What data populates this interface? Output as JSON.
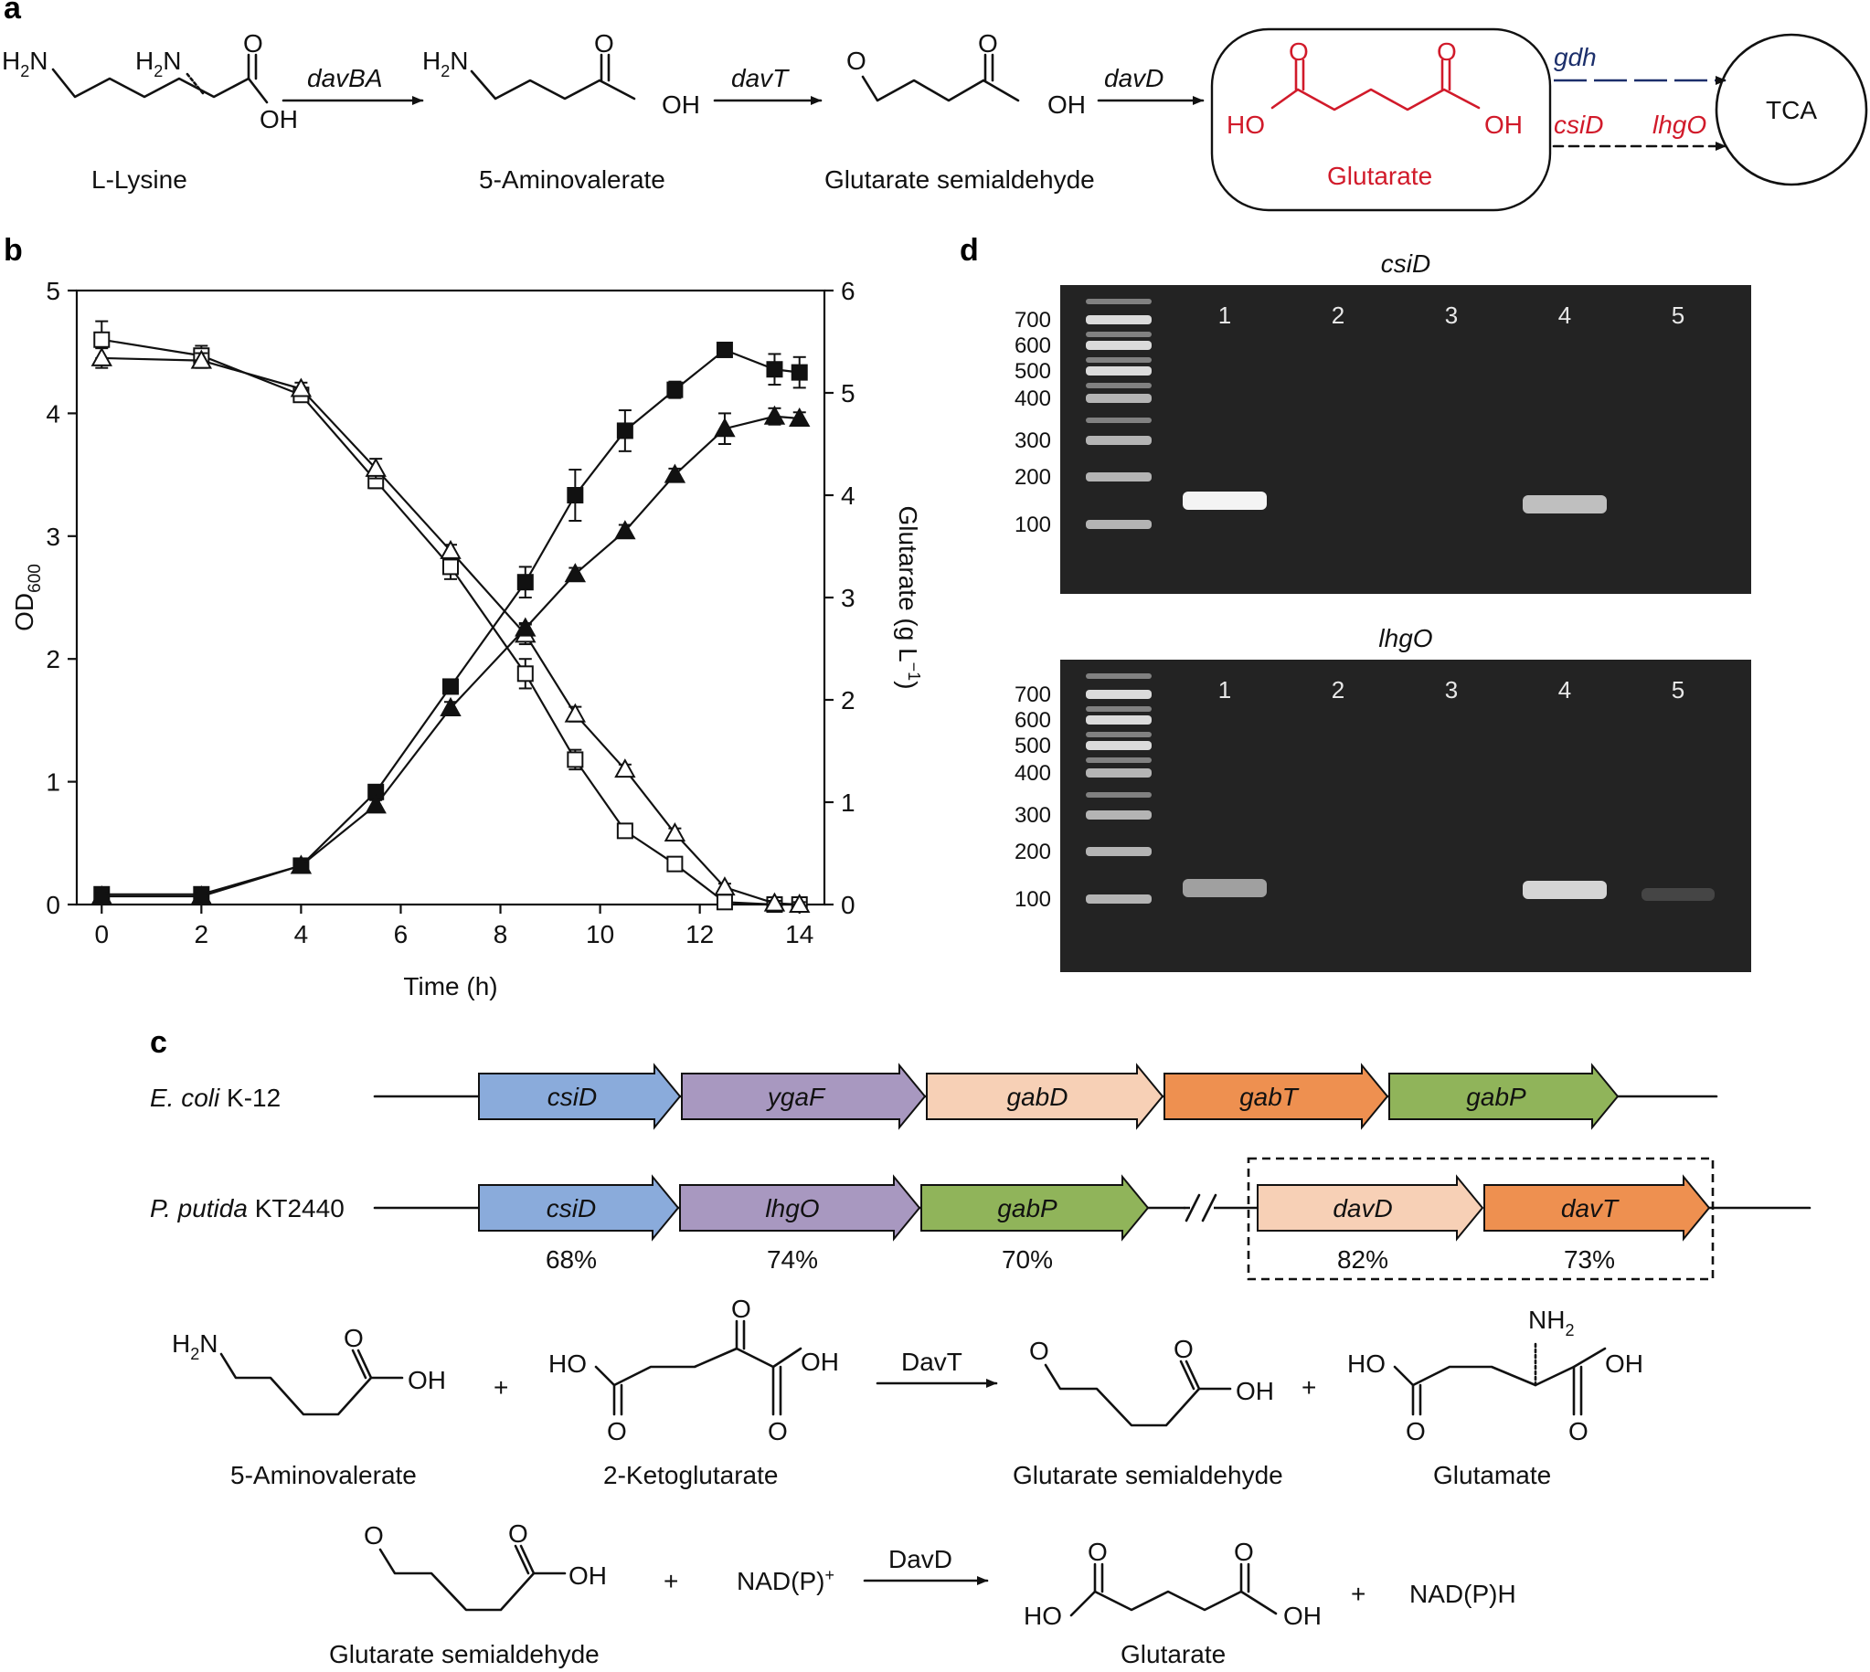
{
  "panels": {
    "a": "a",
    "b": "b",
    "c": "c",
    "d": "d"
  },
  "colors": {
    "accent_red": "#d11a2a",
    "gdh_blue": "#1c2f6b",
    "csiD": "#8aabdb",
    "ygaF": "#a898c0",
    "gabD": "#f7d0b6",
    "gabT": "#ee9050",
    "gabP": "#90b45a",
    "gel_bg": "#232323"
  },
  "panel_a": {
    "compounds": [
      "L-Lysine",
      "5-Aminovalerate",
      "Glutarate semialdehyde",
      "Glutarate",
      "TCA"
    ],
    "enzymes": [
      "davBA",
      "davT",
      "davD"
    ],
    "routes": [
      {
        "label": "gdh"
      },
      {
        "label1": "csiD",
        "label2": "lhgO"
      }
    ],
    "atoms": {
      "h2n": "H",
      "two": "2",
      "n": "N",
      "o": "O",
      "oh": "OH",
      "ho": "HO"
    }
  },
  "chart_data": {
    "type": "line",
    "xlabel": "Time (h)",
    "ylabel_left": "OD",
    "ylabel_left_sub": "600",
    "ylabel_right": "Glutarate (g L",
    "ylabel_right_sup": "−1",
    "ylabel_right_end": ")",
    "xlim": [
      -0.5,
      14.5
    ],
    "ylim_left": [
      0,
      5
    ],
    "ylim_right": [
      0,
      6
    ],
    "xticks": [
      0,
      2,
      4,
      6,
      8,
      10,
      12,
      14
    ],
    "yticks_left": [
      0,
      1,
      2,
      3,
      4,
      5
    ],
    "yticks_right": [
      0,
      1,
      2,
      3,
      4,
      5,
      6
    ],
    "series": [
      {
        "marker": "square-open",
        "axis": "left",
        "x": [
          0,
          2,
          4,
          5.5,
          7,
          8.5,
          9.5,
          10.5,
          11.5,
          12.5,
          13.5,
          14
        ],
        "y": [
          4.6,
          4.47,
          4.15,
          3.45,
          2.75,
          1.88,
          1.18,
          0.6,
          0.33,
          0.02,
          0.0,
          0.0
        ],
        "err": [
          0.15,
          0.08,
          0.05,
          0.06,
          0.1,
          0.12,
          0.08,
          0.04,
          0.04,
          0.02,
          0.02,
          0.02
        ]
      },
      {
        "marker": "triangle-open",
        "axis": "left",
        "x": [
          0,
          2,
          4,
          5.5,
          7,
          8.5,
          9.5,
          10.5,
          11.5,
          12.5,
          13.5,
          14
        ],
        "y": [
          4.45,
          4.43,
          4.2,
          3.55,
          2.88,
          2.2,
          1.55,
          1.1,
          0.58,
          0.14,
          0.01,
          0.0
        ],
        "err": [
          0.08,
          0.06,
          0.05,
          0.08,
          0.05,
          0.08,
          0.06,
          0.04,
          0.04,
          0.03,
          0.02,
          0.02
        ]
      },
      {
        "marker": "square-filled",
        "axis": "right",
        "x": [
          0,
          2,
          4,
          5.5,
          7,
          8.5,
          9.5,
          10.5,
          11.5,
          12.5,
          13.5,
          14
        ],
        "y": [
          0.1,
          0.1,
          0.38,
          1.1,
          2.13,
          3.15,
          4.0,
          4.63,
          5.03,
          5.42,
          5.23,
          5.2
        ],
        "err": [
          0.03,
          0.03,
          0.04,
          0.05,
          0.06,
          0.15,
          0.25,
          0.2,
          0.08,
          0.06,
          0.15,
          0.15
        ]
      },
      {
        "marker": "triangle-filled",
        "axis": "right",
        "x": [
          0,
          2,
          4,
          5.5,
          7,
          8.5,
          9.5,
          10.5,
          11.5,
          12.5,
          13.5,
          14
        ],
        "y": [
          0.08,
          0.08,
          0.38,
          0.97,
          1.92,
          2.7,
          3.23,
          3.65,
          4.2,
          4.65,
          4.77,
          4.75
        ],
        "err": [
          0.03,
          0.03,
          0.04,
          0.05,
          0.06,
          0.05,
          0.06,
          0.06,
          0.06,
          0.15,
          0.08,
          0.06
        ]
      }
    ]
  },
  "panel_c": {
    "operon1": {
      "organism": "E. coli",
      "strain": " K-12",
      "genes": [
        "csiD",
        "ygaF",
        "gabD",
        "gabT",
        "gabP"
      ]
    },
    "operon2": {
      "organism": "P. putida",
      "strain": " KT2440",
      "genes": [
        "csiD",
        "lhgO",
        "gabP",
        "davD",
        "davT"
      ],
      "identities": [
        "68%",
        "74%",
        "70%",
        "82%",
        "73%"
      ]
    },
    "reaction1": {
      "substrates": [
        "5-Aminovalerate",
        "2-Ketoglutarate"
      ],
      "products": [
        "Glutarate semialdehyde",
        "Glutamate"
      ],
      "enzyme": "DavT"
    },
    "reaction2": {
      "substrate": "Glutarate semialdehyde",
      "cofactor": "NAD(P)",
      "cofactor_sup": "+",
      "enzyme": "DavD",
      "product": "Glutarate",
      "cofactor_out": "NAD(P)H"
    },
    "plus": "+"
  },
  "panel_d": {
    "gels": [
      {
        "title": "csiD",
        "lanes": [
          "1",
          "2",
          "3",
          "4",
          "5"
        ],
        "ladder": [
          "700",
          "600",
          "500",
          "400",
          "300",
          "200",
          "100"
        ]
      },
      {
        "title": "lhgO",
        "lanes": [
          "1",
          "2",
          "3",
          "4",
          "5"
        ],
        "ladder": [
          "700",
          "600",
          "500",
          "400",
          "300",
          "200",
          "100"
        ]
      }
    ]
  }
}
